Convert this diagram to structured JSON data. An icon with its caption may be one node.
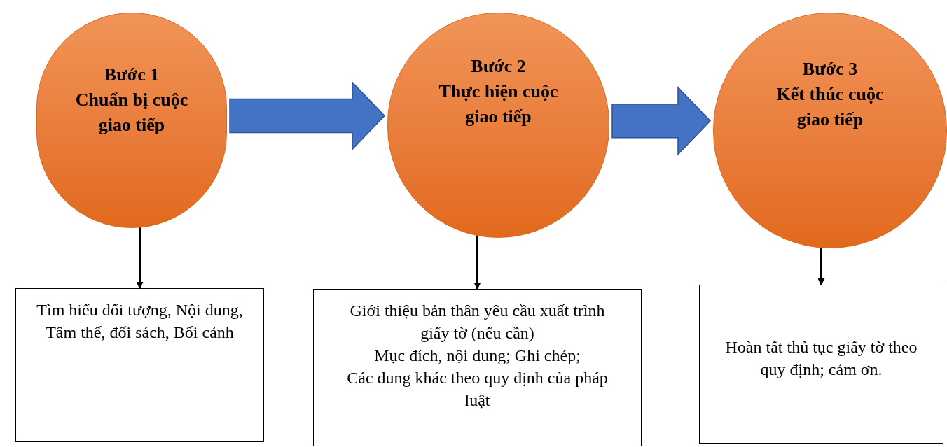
{
  "diagram": {
    "nodes": [
      {
        "text": [
          "Bước 1",
          "Chuẩn bị cuộc giao tiếp"
        ]
      },
      {
        "text": [
          "Bước 2",
          "Thực hiện cuộc giao tiếp"
        ]
      },
      {
        "text": [
          "Bước 3",
          "Kết thúc cuộc giao tiếp"
        ]
      },
      {
        "text": [
          "Tìm hiểu đối tượng, Nội dung, Tâm thế, đối sách, Bối cảnh"
        ]
      },
      {
        "text": [
          "Giới thiệu bản thân yêu cầu xuất trình giấy tờ (nếu cần)",
          "Mục đích, nội dung; Ghi chép;",
          "Các dung khác theo quy định của pháp luật"
        ]
      },
      {
        "text": [
          "Hoàn tất thủ tục giấy tờ theo quy định; cảm ơn."
        ]
      }
    ],
    "edges": [
      {
        "from": 0,
        "to": 1,
        "arrow": "to",
        "style": "thick",
        "color": "#4472c4"
      },
      {
        "from": 1,
        "to": 2,
        "arrow": "to",
        "style": "thick",
        "color": "#4472c4"
      },
      {
        "from": 0,
        "to": 3,
        "arrow": "to"
      },
      {
        "from": 1,
        "to": 4,
        "arrow": "to"
      },
      {
        "from": 2,
        "to": 5,
        "arrow": "to"
      }
    ]
  }
}
